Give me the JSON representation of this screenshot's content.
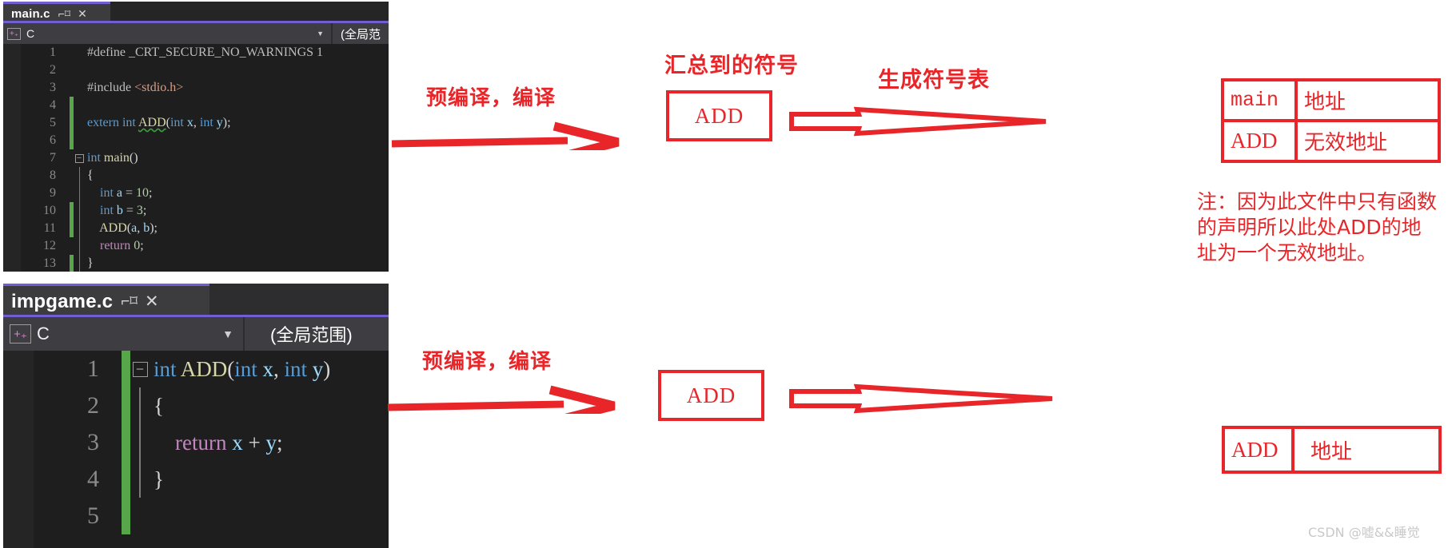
{
  "editors": [
    {
      "tab": {
        "filename": "main.c",
        "pin_icon": "pin-icon",
        "close_icon": "close-icon"
      },
      "navbar": {
        "language": "C",
        "scope": "(全局范",
        "dropdown_icon": "chevron-down-icon"
      },
      "lines": [
        {
          "num": "1",
          "segments": [
            {
              "cls": "t-pp",
              "text": "#define _CRT_SECURE_NO_WARNINGS 1"
            }
          ]
        },
        {
          "num": "2",
          "segments": []
        },
        {
          "num": "3",
          "segments": [
            {
              "cls": "t-pp",
              "text": "#include "
            },
            {
              "cls": "t-str",
              "text": "<stdio.h>"
            }
          ]
        },
        {
          "num": "4",
          "segments": []
        },
        {
          "num": "5",
          "segments": [
            {
              "cls": "t-kw",
              "text": "extern int "
            },
            {
              "cls": "t-fn squiggle",
              "text": "ADD"
            },
            {
              "cls": "t-plain",
              "text": "("
            },
            {
              "cls": "t-kw",
              "text": "int "
            },
            {
              "cls": "t-var",
              "text": "x"
            },
            {
              "cls": "t-plain",
              "text": ", "
            },
            {
              "cls": "t-kw",
              "text": "int "
            },
            {
              "cls": "t-var",
              "text": "y"
            },
            {
              "cls": "t-plain",
              "text": ");"
            }
          ]
        },
        {
          "num": "6",
          "segments": []
        },
        {
          "num": "7",
          "segments": [
            {
              "cls": "t-kw",
              "text": "int "
            },
            {
              "cls": "t-fn",
              "text": "main"
            },
            {
              "cls": "t-plain",
              "text": "()"
            }
          ]
        },
        {
          "num": "8",
          "segments": [
            {
              "cls": "t-brace",
              "text": "{"
            }
          ]
        },
        {
          "num": "9",
          "segments": [
            {
              "cls": "t-kw",
              "text": "    int "
            },
            {
              "cls": "t-var",
              "text": "a"
            },
            {
              "cls": "t-plain",
              "text": " = "
            },
            {
              "cls": "t-num",
              "text": "10"
            },
            {
              "cls": "t-plain",
              "text": ";"
            }
          ]
        },
        {
          "num": "10",
          "segments": [
            {
              "cls": "t-kw",
              "text": "    int "
            },
            {
              "cls": "t-var",
              "text": "b"
            },
            {
              "cls": "t-plain",
              "text": " = "
            },
            {
              "cls": "t-num",
              "text": "3"
            },
            {
              "cls": "t-plain",
              "text": ";"
            }
          ]
        },
        {
          "num": "11",
          "segments": [
            {
              "cls": "t-fn",
              "text": "    ADD"
            },
            {
              "cls": "t-plain",
              "text": "("
            },
            {
              "cls": "t-var",
              "text": "a"
            },
            {
              "cls": "t-plain",
              "text": ", "
            },
            {
              "cls": "t-var",
              "text": "b"
            },
            {
              "cls": "t-plain",
              "text": ");"
            }
          ]
        },
        {
          "num": "12",
          "segments": [
            {
              "cls": "t-ctl",
              "text": "    return "
            },
            {
              "cls": "t-num",
              "text": "0"
            },
            {
              "cls": "t-plain",
              "text": ";"
            }
          ]
        },
        {
          "num": "13",
          "segments": [
            {
              "cls": "t-brace",
              "text": "}"
            }
          ]
        }
      ]
    },
    {
      "tab": {
        "filename": "impgame.c",
        "pin_icon": "pin-icon",
        "close_icon": "close-icon"
      },
      "navbar": {
        "language": "C",
        "scope": "(全局范围)",
        "dropdown_icon": "chevron-down-icon"
      },
      "lines": [
        {
          "num": "1",
          "segments": [
            {
              "cls": "t-kw",
              "text": "int "
            },
            {
              "cls": "t-fn",
              "text": "ADD"
            },
            {
              "cls": "t-plain",
              "text": "("
            },
            {
              "cls": "t-kw",
              "text": "int "
            },
            {
              "cls": "t-var",
              "text": "x"
            },
            {
              "cls": "t-plain",
              "text": ", "
            },
            {
              "cls": "t-kw",
              "text": "int "
            },
            {
              "cls": "t-var",
              "text": "y"
            },
            {
              "cls": "t-plain",
              "text": ")"
            }
          ]
        },
        {
          "num": "2",
          "segments": [
            {
              "cls": "t-brace",
              "text": "{"
            }
          ]
        },
        {
          "num": "3",
          "segments": [
            {
              "cls": "t-ctl",
              "text": "    return "
            },
            {
              "cls": "t-var",
              "text": "x"
            },
            {
              "cls": "t-plain",
              "text": " + "
            },
            {
              "cls": "t-var",
              "text": "y"
            },
            {
              "cls": "t-plain",
              "text": ";"
            }
          ]
        },
        {
          "num": "4",
          "segments": [
            {
              "cls": "t-brace",
              "text": "}"
            }
          ]
        },
        {
          "num": "5",
          "segments": []
        }
      ]
    }
  ],
  "annotations": {
    "compile_label_top": "预编译，编译",
    "compile_label_bottom": "预编译，编译",
    "symbols_collected_label": "汇总到的符号",
    "generate_symtab_label": "生成符号表",
    "symbol_box_top": "ADD",
    "symbol_box_bottom": "ADD",
    "note": "注：因为此文件中只有函数的声明所以此处ADD的地址为一个无效地址。"
  },
  "symbol_table_top": {
    "rows": [
      {
        "name": "main",
        "address": "地址"
      },
      {
        "name": "ADD",
        "address": "无效地址"
      }
    ]
  },
  "symbol_table_bottom": {
    "rows": [
      {
        "name": "ADD",
        "address": "地址"
      }
    ]
  },
  "watermark": "CSDN @嘘&&睡觉",
  "colors": {
    "annotation_red": "#e8262a",
    "tab_accent": "#6f5fd0",
    "editor_bg": "#1e1e1e",
    "change_bar_green": "#57a64a"
  }
}
